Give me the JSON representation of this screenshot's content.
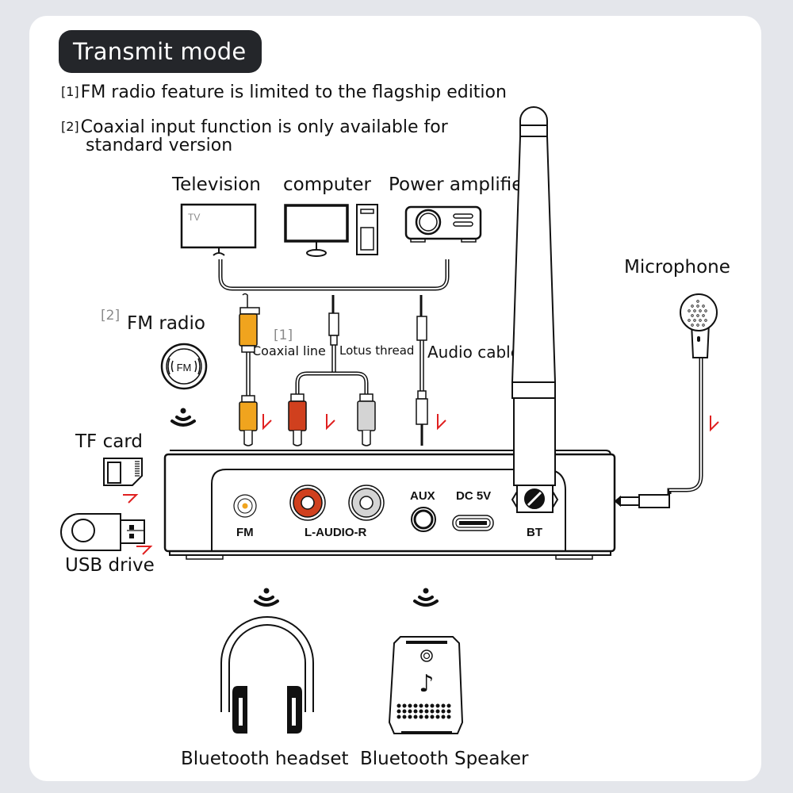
{
  "title": "Transmit mode",
  "notes": [
    {
      "index": "[1]",
      "text": "FM radio feature is limited to the flagship edition"
    },
    {
      "index": "[2]",
      "text": "Coaxial input function is only available for",
      "text2": "standard version"
    }
  ],
  "sources": {
    "television": "Television",
    "tv_screen_text": "TV",
    "computer": "computer",
    "power_amplifier": "Power amplifie"
  },
  "cables": {
    "coaxial_marker": "[1]",
    "coaxial": "Coaxial line",
    "lotus": "Lotus thread",
    "audio": "Audio cable"
  },
  "fm_radio": {
    "marker": "[2]",
    "label": "FM radio",
    "icon_text": "FM"
  },
  "storage": {
    "tf_card": "TF card",
    "usb_drive": "USB drive"
  },
  "device_ports": {
    "fm": "FM",
    "audio": "L-AUDIO-R",
    "aux": "AUX",
    "dc": "DC 5V",
    "bt": "BT"
  },
  "microphone": "Microphone",
  "outputs": {
    "headset": "Bluetooth headset",
    "speaker": "Bluetooth Speaker"
  },
  "colors": {
    "background": "#e4e6eb",
    "card": "#ffffff",
    "pill": "#24262a",
    "rca_yellow": "#f0a41e",
    "rca_red": "#d0401e",
    "rca_white": "#d4d4d4",
    "arrow_red": "#e02020"
  }
}
